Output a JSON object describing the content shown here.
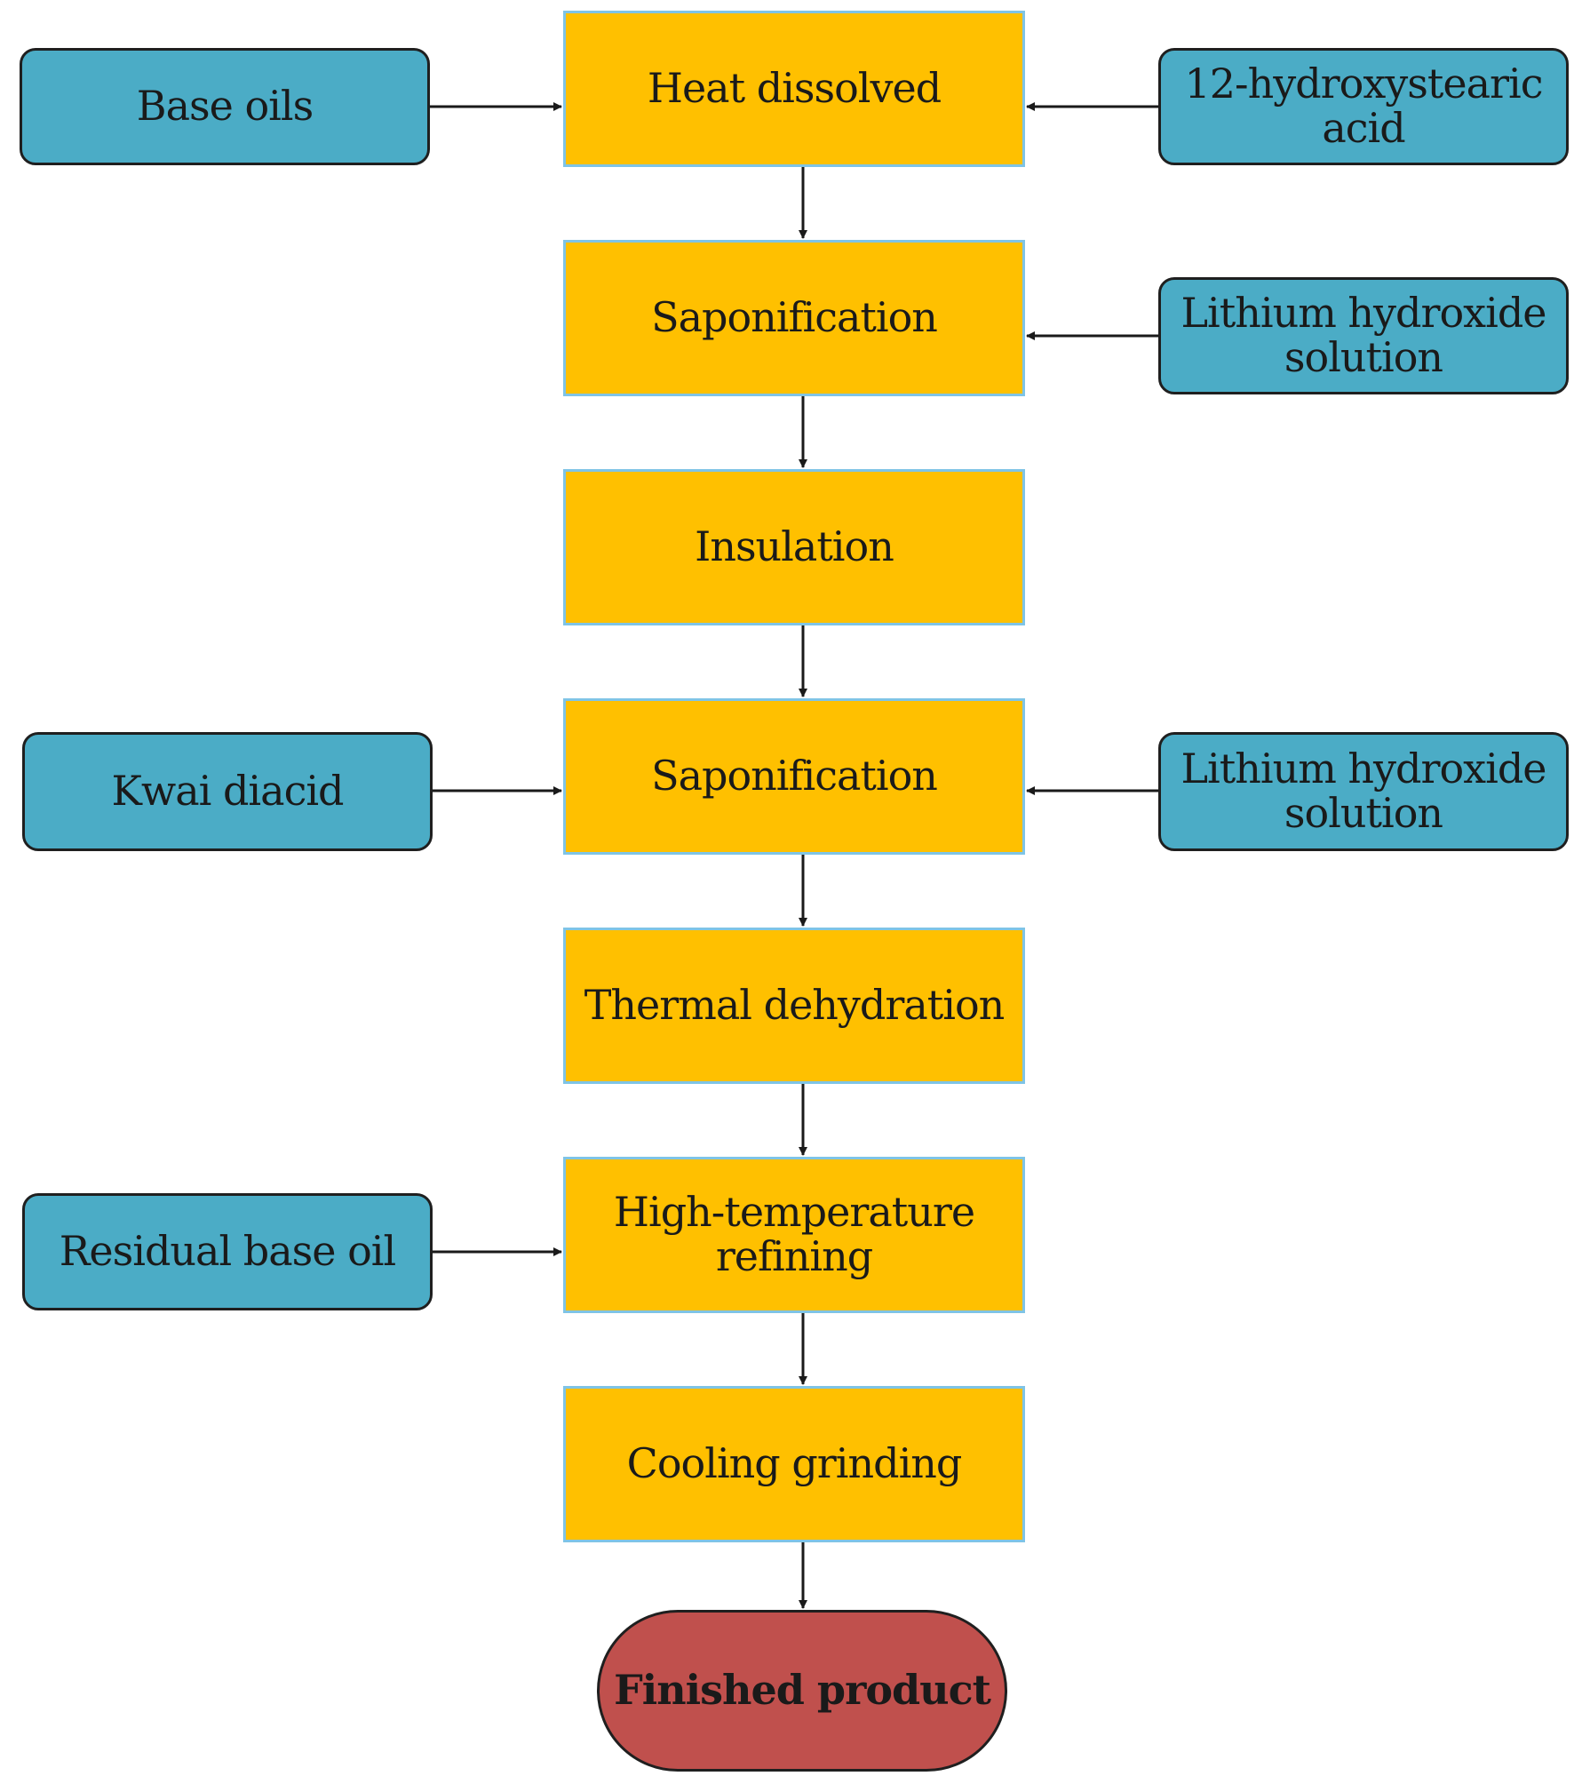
{
  "steps": {
    "heat_dissolved": "Heat dissolved",
    "saponification_1": "Saponification",
    "insulation": "Insulation",
    "saponification_2": "Saponification",
    "thermal_dehydration": "Thermal dehydration",
    "high_temperature_refining": "High-temperature\nrefining",
    "cooling_grinding": "Cooling grinding"
  },
  "inputs": {
    "base_oils": "Base oils",
    "hydroxystearic_acid": "12-hydroxystearic\nacid",
    "lithium_hydroxide_1": "Lithium hydroxide\nsolution",
    "kwai_diacid": "Kwai diacid",
    "lithium_hydroxide_2": "Lithium hydroxide\nsolution",
    "residual_base_oil": "Residual base oil"
  },
  "terminal": {
    "finished_product": "Finished product"
  },
  "colors": {
    "step_fill": "#ffc000",
    "input_fill": "#4bacc6",
    "terminal_fill": "#c0504d",
    "connector": "#1a1a1a"
  }
}
